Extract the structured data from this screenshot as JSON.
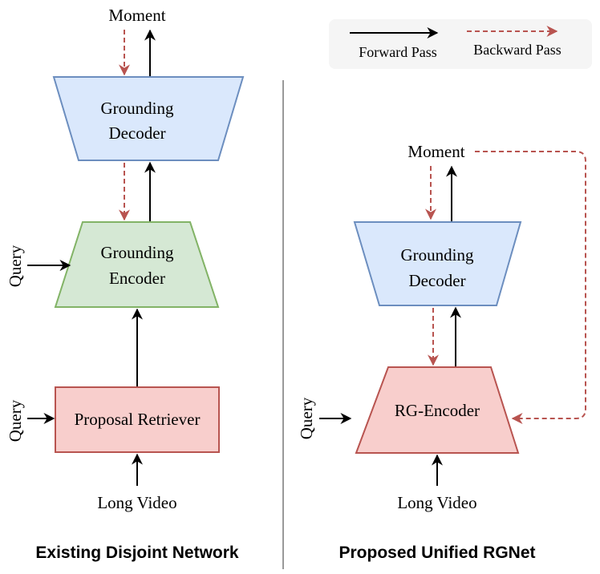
{
  "legend": {
    "forward_label": "Forward Pass",
    "backward_label": "Backward Pass"
  },
  "left_panel": {
    "title": "Existing Disjoint Network",
    "moment_label": "Moment",
    "decoder_line1": "Grounding",
    "decoder_line2": "Decoder",
    "encoder_line1": "Grounding",
    "encoder_line2": "Encoder",
    "query_label_encoder": "Query",
    "retriever_label": "Proposal Retriever",
    "query_label_retriever": "Query",
    "video_label": "Long Video"
  },
  "right_panel": {
    "title": "Proposed Unified RGNet",
    "moment_label": "Moment",
    "decoder_line1": "Grounding",
    "decoder_line2": "Decoder",
    "encoder_label": "RG-Encoder",
    "query_label": "Query",
    "video_label": "Long Video"
  },
  "colors": {
    "forward_arrow": "#000000",
    "backward_arrow": "#b85450",
    "decoder_fill": "#dae8fc",
    "decoder_stroke": "#6c8ebf",
    "encoder_fill": "#d5e8d4",
    "encoder_stroke": "#82b366",
    "retriever_fill": "#f8cecc",
    "retriever_stroke": "#b85450",
    "legend_bg": "#f5f5f5",
    "divider": "#999999"
  }
}
